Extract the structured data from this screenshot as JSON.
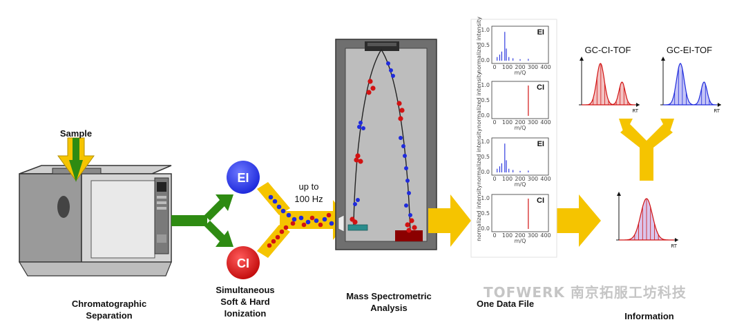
{
  "labels": {
    "sample": "Sample",
    "ei": "EI",
    "ci": "CI",
    "up_to_line1": "up to",
    "up_to_line2": "100 Hz",
    "gc_ci_tof": "GC-CI-TOF",
    "gc_ei_tof": "GC-EI-TOF",
    "rt": "RT",
    "chromatographic_line1": "Chromatographic",
    "chromatographic_line2": "Separation",
    "ionization_line1": "Simultaneous",
    "ionization_line2": "Soft & Hard",
    "ionization_line3": "Ionization",
    "mass_spec_line1": "Mass Spectrometric",
    "mass_spec_line2": "Analysis",
    "data_label_line1": "One Data File",
    "info_line2": "Information"
  },
  "spectra": {
    "ylabel": "normalized intensity",
    "xlabel": "m/Q",
    "yticks": [
      "0.0",
      "0.5",
      "1.0"
    ],
    "xticks": [
      "0",
      "100",
      "200",
      "300",
      "400"
    ],
    "panels": [
      {
        "mode": "EI"
      },
      {
        "mode": "CI"
      },
      {
        "mode": "EI"
      },
      {
        "mode": "CI"
      }
    ]
  },
  "watermark": "TOFWERK 南京拓服工坊科技",
  "colors": {
    "arrow_yellow": "#f5c400",
    "arrow_green": "#2e8b12",
    "ei_blue": "#1f2bdc",
    "ci_red": "#d11212",
    "instrument_gray": "#a9a9a9"
  }
}
